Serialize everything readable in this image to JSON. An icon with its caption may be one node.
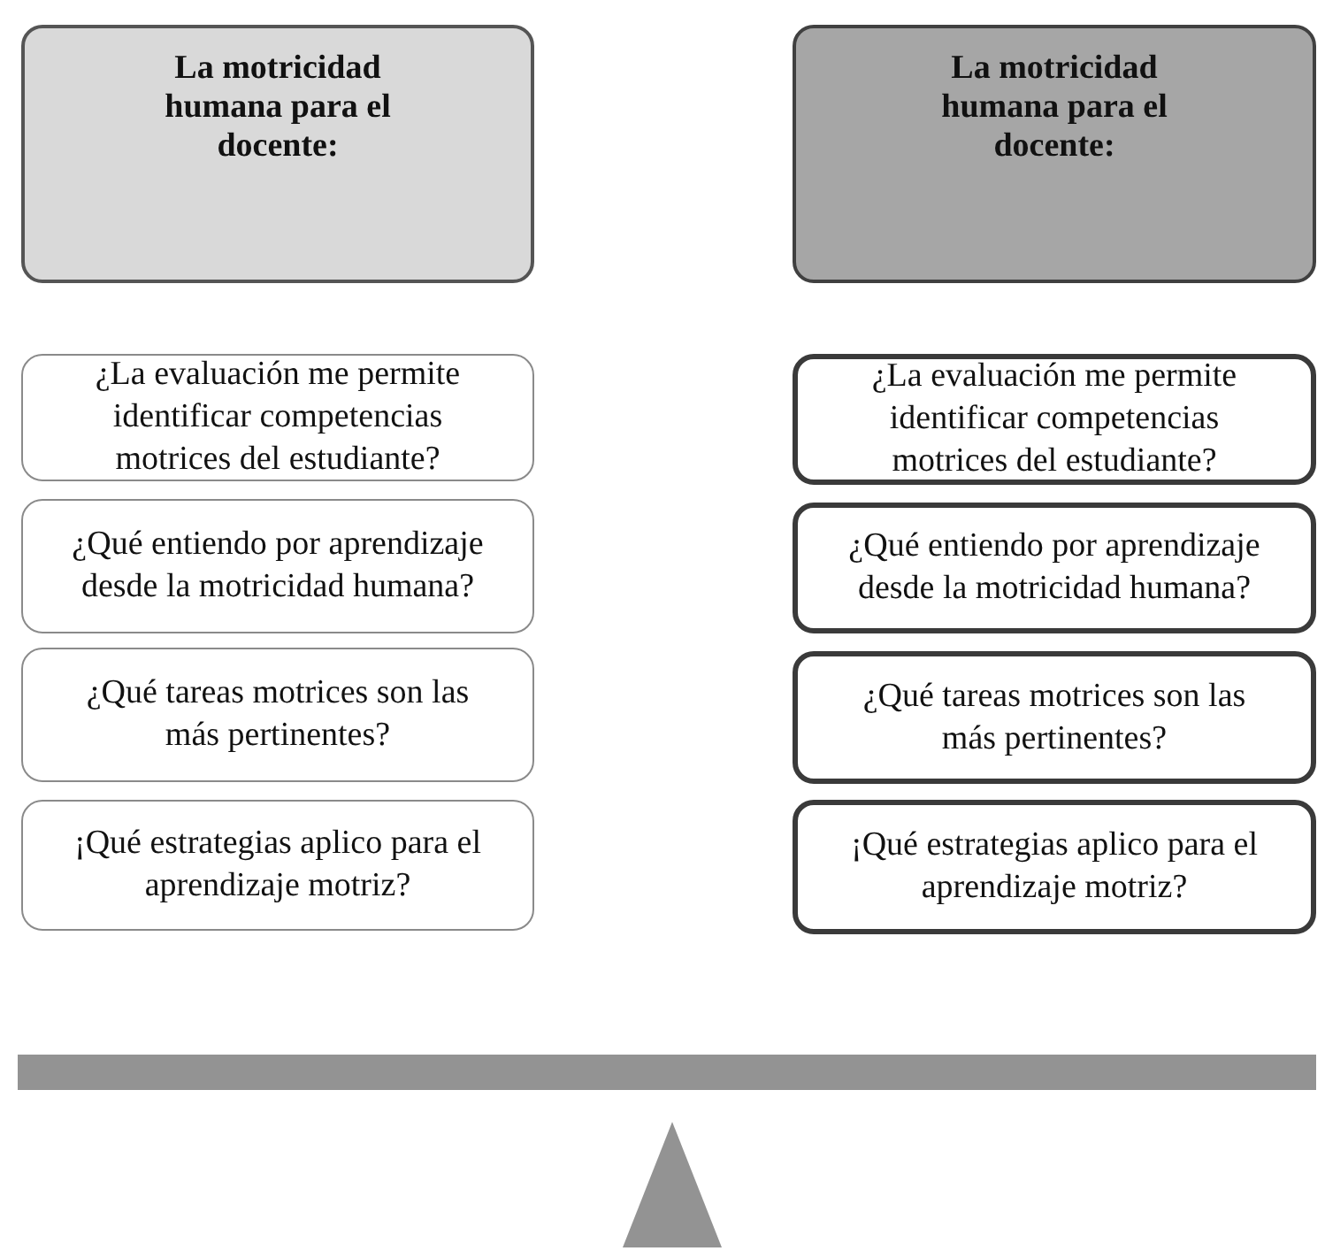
{
  "diagram": {
    "nodes": [
      {
        "text": [
          "La motricidad humana para el docente:"
        ]
      },
      {
        "text": [
          "¿La evaluación me permite identificar competencias motrices del estudiante?"
        ]
      },
      {
        "text": [
          "¿Qué entiendo por aprendizaje desde la motricidad humana?"
        ]
      },
      {
        "text": [
          "¿Qué tareas motrices son las más pertinentes?"
        ]
      },
      {
        "text": [
          "¡Qué estrategias aplico para el aprendizaje motriz?"
        ]
      },
      {
        "text": [
          "La motricidad humana para el docente:"
        ]
      },
      {
        "text": [
          "¿La evaluación me permite identificar competencias motrices del estudiante?"
        ]
      },
      {
        "text": [
          "¿Qué entiendo por aprendizaje desde la motricidad humana?"
        ]
      },
      {
        "text": [
          "¿Qué tareas motrices son las más pertinentes?"
        ]
      },
      {
        "text": [
          "¡Qué estrategias aplico para el aprendizaje motriz?"
        ]
      }
    ]
  }
}
